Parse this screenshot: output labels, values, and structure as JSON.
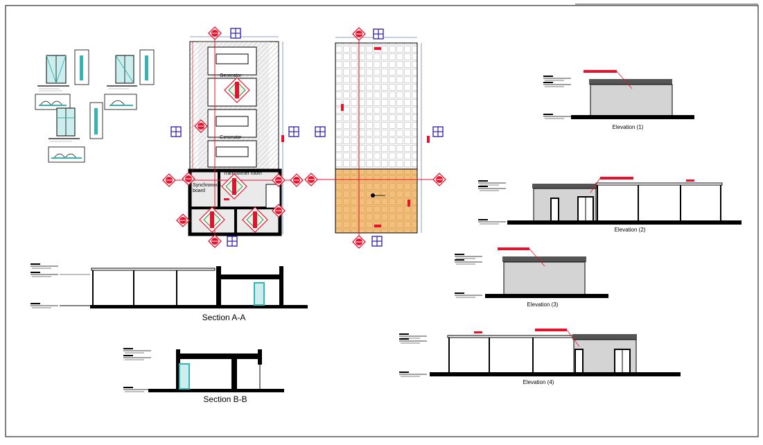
{
  "drawing": {
    "section_aa_title": "Section A-A",
    "section_bb_title": "Section B-B",
    "elevation_1_title": "Elevation (1)",
    "elevation_2_title": "Elevation (2)",
    "elevation_3_title": "Elevation (3)",
    "elevation_4_title": "Elevation (4)"
  },
  "plan": {
    "room_generator_1": "Generator",
    "room_generator_2": "Generator",
    "room_transformer": "Transformer room",
    "room_sync_line1": "Synchronous",
    "room_sync_line2": "board"
  },
  "colors": {
    "marker_red": "#e8102a",
    "marker_blue": "#2a1aa8",
    "roof_tile_orange": "#f5c07a",
    "wall_grey": "#d4d4d4",
    "door_teal": "#36b3b3",
    "dimension_blue": "#6a7fb8"
  },
  "icons": {
    "section_marker": "section-marker-icon",
    "elevation_marker": "elevation-marker-icon"
  }
}
